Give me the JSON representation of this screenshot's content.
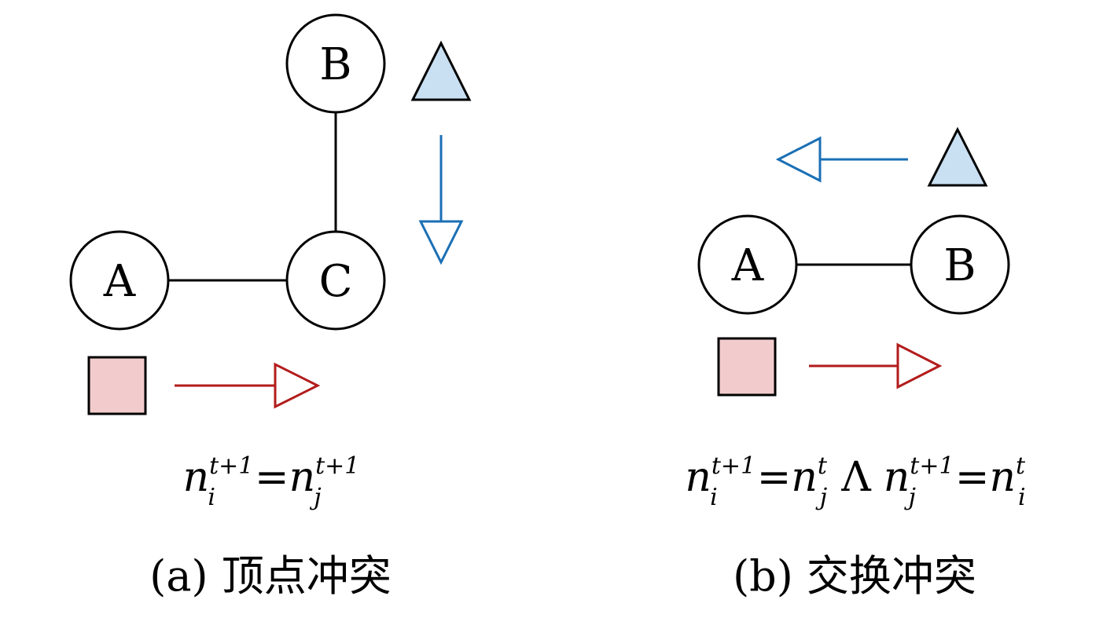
{
  "colors": {
    "blue": "#1a6fb5",
    "red": "#b31b1b",
    "square_fill": "#f2cccc",
    "triangle_fill": "#c9dff2",
    "black": "#000000"
  },
  "panel_a": {
    "nodes": [
      {
        "id": "B",
        "label": "B"
      },
      {
        "id": "C",
        "label": "C"
      },
      {
        "id": "A",
        "label": "A"
      }
    ],
    "formula": {
      "lhs_var": "n",
      "lhs_sup": "t+1",
      "lhs_sub": "i",
      "eq": "=",
      "rhs_var": "n",
      "rhs_sup": "t+1",
      "rhs_sub": "j"
    },
    "caption": "(a) 顶点冲突"
  },
  "panel_b": {
    "nodes": [
      {
        "id": "A",
        "label": "A"
      },
      {
        "id": "B",
        "label": "B"
      }
    ],
    "formula": {
      "t1_var": "n",
      "t1_sup": "t+1",
      "t1_sub": "i",
      "eq1": "=",
      "t2_var": "n",
      "t2_sup": "t",
      "t2_sub": "j",
      "and_op": "Λ",
      "t3_var": "n",
      "t3_sup": "t+1",
      "t3_sub": "j",
      "eq2": "=",
      "t4_var": "n",
      "t4_sup": "t",
      "t4_sub": "i"
    },
    "caption": "(b) 交换冲突"
  }
}
